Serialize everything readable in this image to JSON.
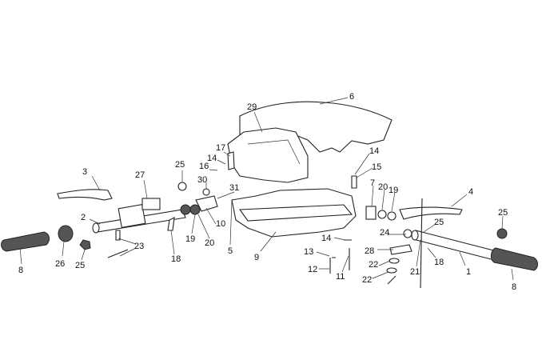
{
  "title": "Handlebar assembly exploded view",
  "callouts": [
    "6",
    "29",
    "17",
    "14",
    "16",
    "25",
    "27",
    "30",
    "31",
    "3",
    "2",
    "10",
    "19",
    "20",
    "18",
    "23",
    "26",
    "25",
    "8",
    "5",
    "9",
    "14",
    "15",
    "7",
    "20",
    "19",
    "4",
    "25",
    "24",
    "25",
    "28",
    "14",
    "13",
    "12",
    "11",
    "22",
    "22",
    "21",
    "18",
    "1",
    "8"
  ]
}
